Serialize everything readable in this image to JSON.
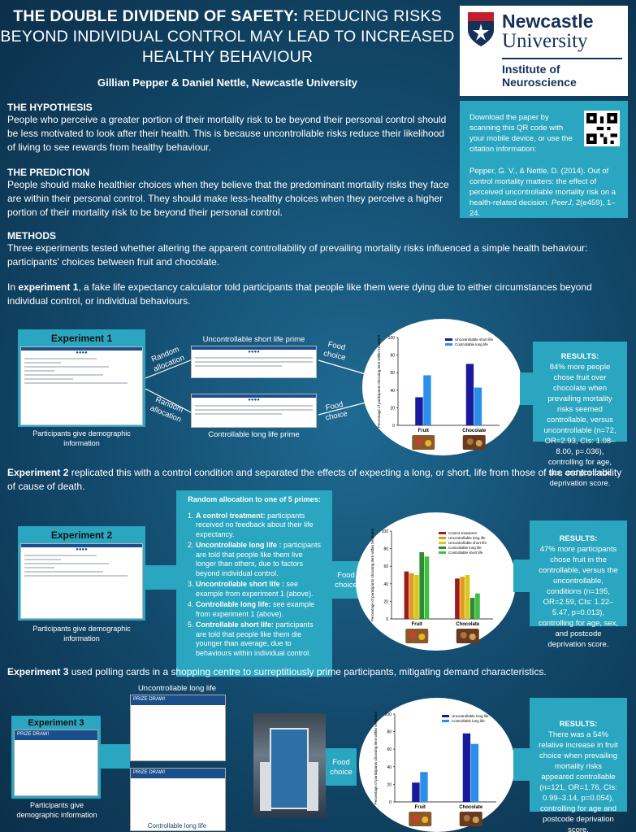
{
  "header": {
    "title_bold": "THE DOUBLE DIVIDEND OF SAFETY:",
    "title_rest": " REDUCING RISKS BEYOND INDIVIDUAL CONTROL MAY LEAD TO INCREASED HEALTHY BEHAVIOUR",
    "authors": "Gillian Pepper & Daniel Nettle, Newcastle University"
  },
  "logo": {
    "line1": "Newcastle",
    "line2": "University",
    "institute1": "Institute of",
    "institute2": "Neuroscience"
  },
  "reference": {
    "download": "Download the paper by scanning this QR code with your mobile device, or use the citation information:",
    "citation_main": "Pepper, G. V., & Nettle, D. (2014). Out of control mortality matters: the effect of perceived uncontrollable mortality risk on a health-related decision. ",
    "citation_journal": "PeerJ",
    "citation_tail": ", 2(e459), 1–24."
  },
  "hypothesis": {
    "heading": "THE HYPOTHESIS",
    "text": "People who perceive a greater portion of their mortality risk to be beyond their personal control should be less motivated to look after their health. This is because uncontrollable risks reduce their likelihood of living to see rewards from healthy behaviour."
  },
  "prediction": {
    "heading": "THE PREDICTION",
    "text": "People should make healthier choices when they believe that the predominant mortality risks they face are within their personal control. They should make less-healthy choices when they perceive a higher portion of their mortality risk to be beyond their personal control."
  },
  "methods": {
    "heading": "METHODS",
    "text": "Three experiments tested whether altering the apparent controllability of prevailing mortality risks influenced a simple health behaviour: participants' choices between fruit and chocolate."
  },
  "exp1": {
    "intro_pre": "In ",
    "intro_bold": "experiment 1",
    "intro_post": ", a fake life expectancy calculator told participants that people like them were dying due to either circumstances beyond individual control, or individual behaviours.",
    "label": "Experiment 1",
    "demo_caption": "Participants give demographic information",
    "random1": "Random allocation",
    "random2": "Random allocation",
    "prime_top": "Uncontrollable short life prime",
    "prime_bottom": "Controllable long life prime",
    "food1": "Food choice",
    "food2": "Food choice",
    "results_heading": "RESULTS:",
    "results_text": "84% more people chose fruit over chocolate when prevailing mortality risks seemed controllable, versus uncontrollable (n=72, OR=2.93, CIs: 1.08–8.00, p=.036), controlling for age, sex, and postcode deprivation score."
  },
  "exp2": {
    "intro_bold": "Experiment 2",
    "intro_post": " replicated this with a control condition and separated the effects of expecting a long, or short, life from those of the controllability of cause of death.",
    "label": "Experiment 2",
    "demo_caption": "Participants give demographic information",
    "primes_heading": "Random allocation to one of 5 primes:",
    "primes": [
      {
        "bold": "A control treatment:",
        "text": " participants received no feedback about their life expectancy."
      },
      {
        "bold": "Uncontrollable long life :",
        "text": " participants are told  that people like them live longer than others, due to factors beyond individual control."
      },
      {
        "bold": "Uncontrollable short life :",
        "text": " see example from experiment 1 (above)."
      },
      {
        "bold": "Controllable long life:",
        "text": " see example from experiment 1 (above)."
      },
      {
        "bold": "Controllable short life:",
        "text": " participants are told that people like them die younger than average, due to behaviours within individual control."
      }
    ],
    "food": "Food choice",
    "results_heading": "RESULTS:",
    "results_text": "47% more participants chose fruit in the controllable, versus the uncontrollable, conditions (n=195, OR=2.59, CIs: 1.22–5.47, p=0.013), controlling for age, sex, and postcode deprivation score."
  },
  "exp3": {
    "intro_bold": "Experiment 3",
    "intro_post": " used polling cards in a shopping centre to surreptitiously prime participants, mitigating demand characteristics.",
    "label": "Experiment 3",
    "demo_caption": "Participants give demographic information",
    "card_top_label": "Uncontrollable long life",
    "card_bottom_label": "Controllable long life",
    "card_title": "PRIZE DRAW!",
    "food": "Food choice",
    "results_heading": "RESULTS:",
    "results_text": "There was a 54% relative increase in fruit choice when prevailing mortality risks appeared controllable (n=121, OR=1.76, CIs: 0.99–3.14, p=0.054), controlling for age and postcode deprivation score."
  },
  "chart_data": [
    {
      "type": "bar",
      "categories": [
        "Fruit",
        "Chocolate"
      ],
      "ylabel": "Percentage of participants choosing item within treatment",
      "ylim": [
        0,
        100
      ],
      "series": [
        {
          "name": "Uncontrollable short life",
          "color": "#1a1a9c",
          "values": [
            32,
            70
          ]
        },
        {
          "name": "Controllable long life",
          "color": "#2a8fe8",
          "values": [
            57,
            43
          ]
        }
      ]
    },
    {
      "type": "bar",
      "categories": [
        "Fruit",
        "Chocolate"
      ],
      "ylabel": "Percentage of participants choosing item within treatment",
      "ylim": [
        0,
        100
      ],
      "series": [
        {
          "name": "Control treatment",
          "color": "#9b1c1c",
          "values": [
            54,
            46
          ]
        },
        {
          "name": "Uncontrollable long life",
          "color": "#e39a1a",
          "values": [
            52,
            48
          ]
        },
        {
          "name": "Uncontrollable short life",
          "color": "#d8c81a",
          "values": [
            50,
            50
          ]
        },
        {
          "name": "Controllable long life",
          "color": "#2e8b2e",
          "values": [
            76,
            24
          ]
        },
        {
          "name": "Controllable short life",
          "color": "#3fbf3f",
          "values": [
            71,
            29
          ]
        }
      ]
    },
    {
      "type": "bar",
      "categories": [
        "Fruit",
        "Chocolate"
      ],
      "ylabel": "Percentage of participants choosing item within treatment",
      "ylim": [
        0,
        100
      ],
      "series": [
        {
          "name": "Uncontrollable long life",
          "color": "#1a1a9c",
          "values": [
            22,
            78
          ]
        },
        {
          "name": "Controllable long life",
          "color": "#2a8fe8",
          "values": [
            34,
            66
          ]
        }
      ]
    }
  ]
}
